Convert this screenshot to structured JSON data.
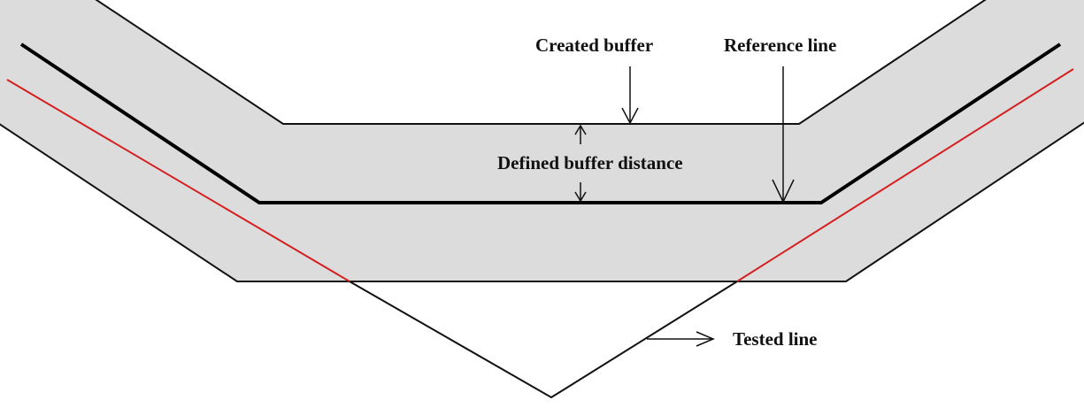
{
  "figure": {
    "type": "buffer-analysis-diagram",
    "labels": {
      "created_buffer": "Created buffer",
      "reference_line": "Reference line",
      "defined_buffer_distance": "Defined buffer distance",
      "tested_line": "Tested line"
    },
    "colors": {
      "buffer_fill": "#dcdcdc",
      "buffer_outline": "#111111",
      "reference_line": "#000000",
      "tested_line_inside": "#d42020",
      "tested_line_outside": "#111111",
      "text": "#111111",
      "background": "#ffffff"
    },
    "elements": [
      {
        "name": "created-buffer",
        "description": "Grey buffer polygon around the reference line with rounded end caps"
      },
      {
        "name": "reference-line",
        "description": "Thick black polyline in the center of the buffer"
      },
      {
        "name": "tested-line",
        "description": "V-shaped line; red where inside the buffer, black where outside"
      }
    ]
  }
}
